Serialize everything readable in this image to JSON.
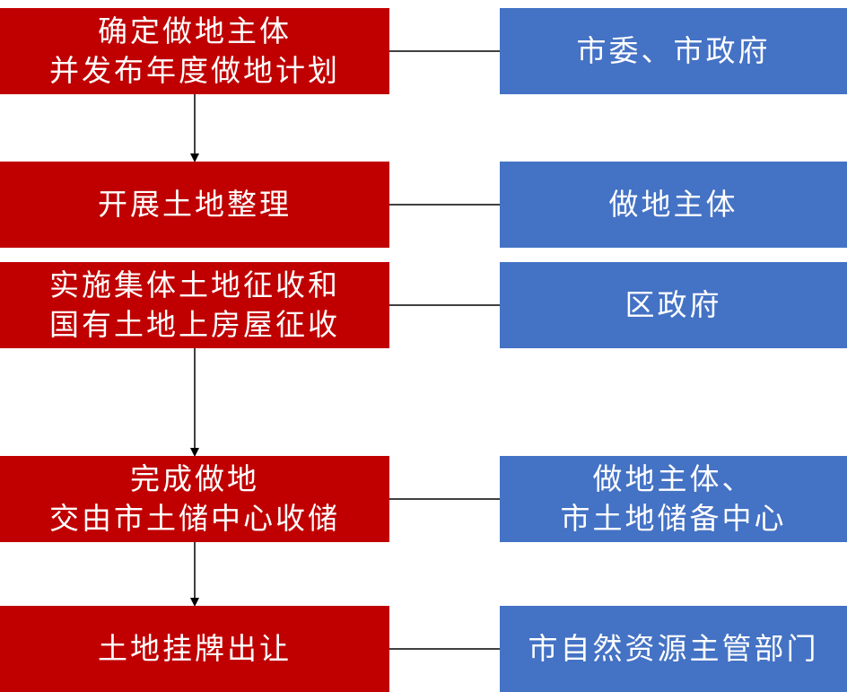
{
  "steps": [
    {
      "lines": [
        "确定做地主体",
        "并发布年度做地计划"
      ]
    },
    {
      "lines": [
        "开展土地整理"
      ]
    },
    {
      "lines": [
        "实施集体土地征收和",
        "国有土地上房屋征收"
      ]
    },
    {
      "lines": [
        "完成做地",
        "交由市土储中心收储"
      ]
    },
    {
      "lines": [
        "土地挂牌出让"
      ]
    }
  ],
  "owners": [
    {
      "lines": [
        "市委、市政府"
      ]
    },
    {
      "lines": [
        "做地主体"
      ]
    },
    {
      "lines": [
        "区政府"
      ]
    },
    {
      "lines": [
        "做地主体、",
        "市土地储备中心"
      ]
    },
    {
      "lines": [
        "市自然资源主管部门"
      ]
    }
  ],
  "colors": {
    "step_fill": "#c00000",
    "owner_fill": "#4472c4",
    "text": "#ffffff",
    "connector": "#000000"
  }
}
